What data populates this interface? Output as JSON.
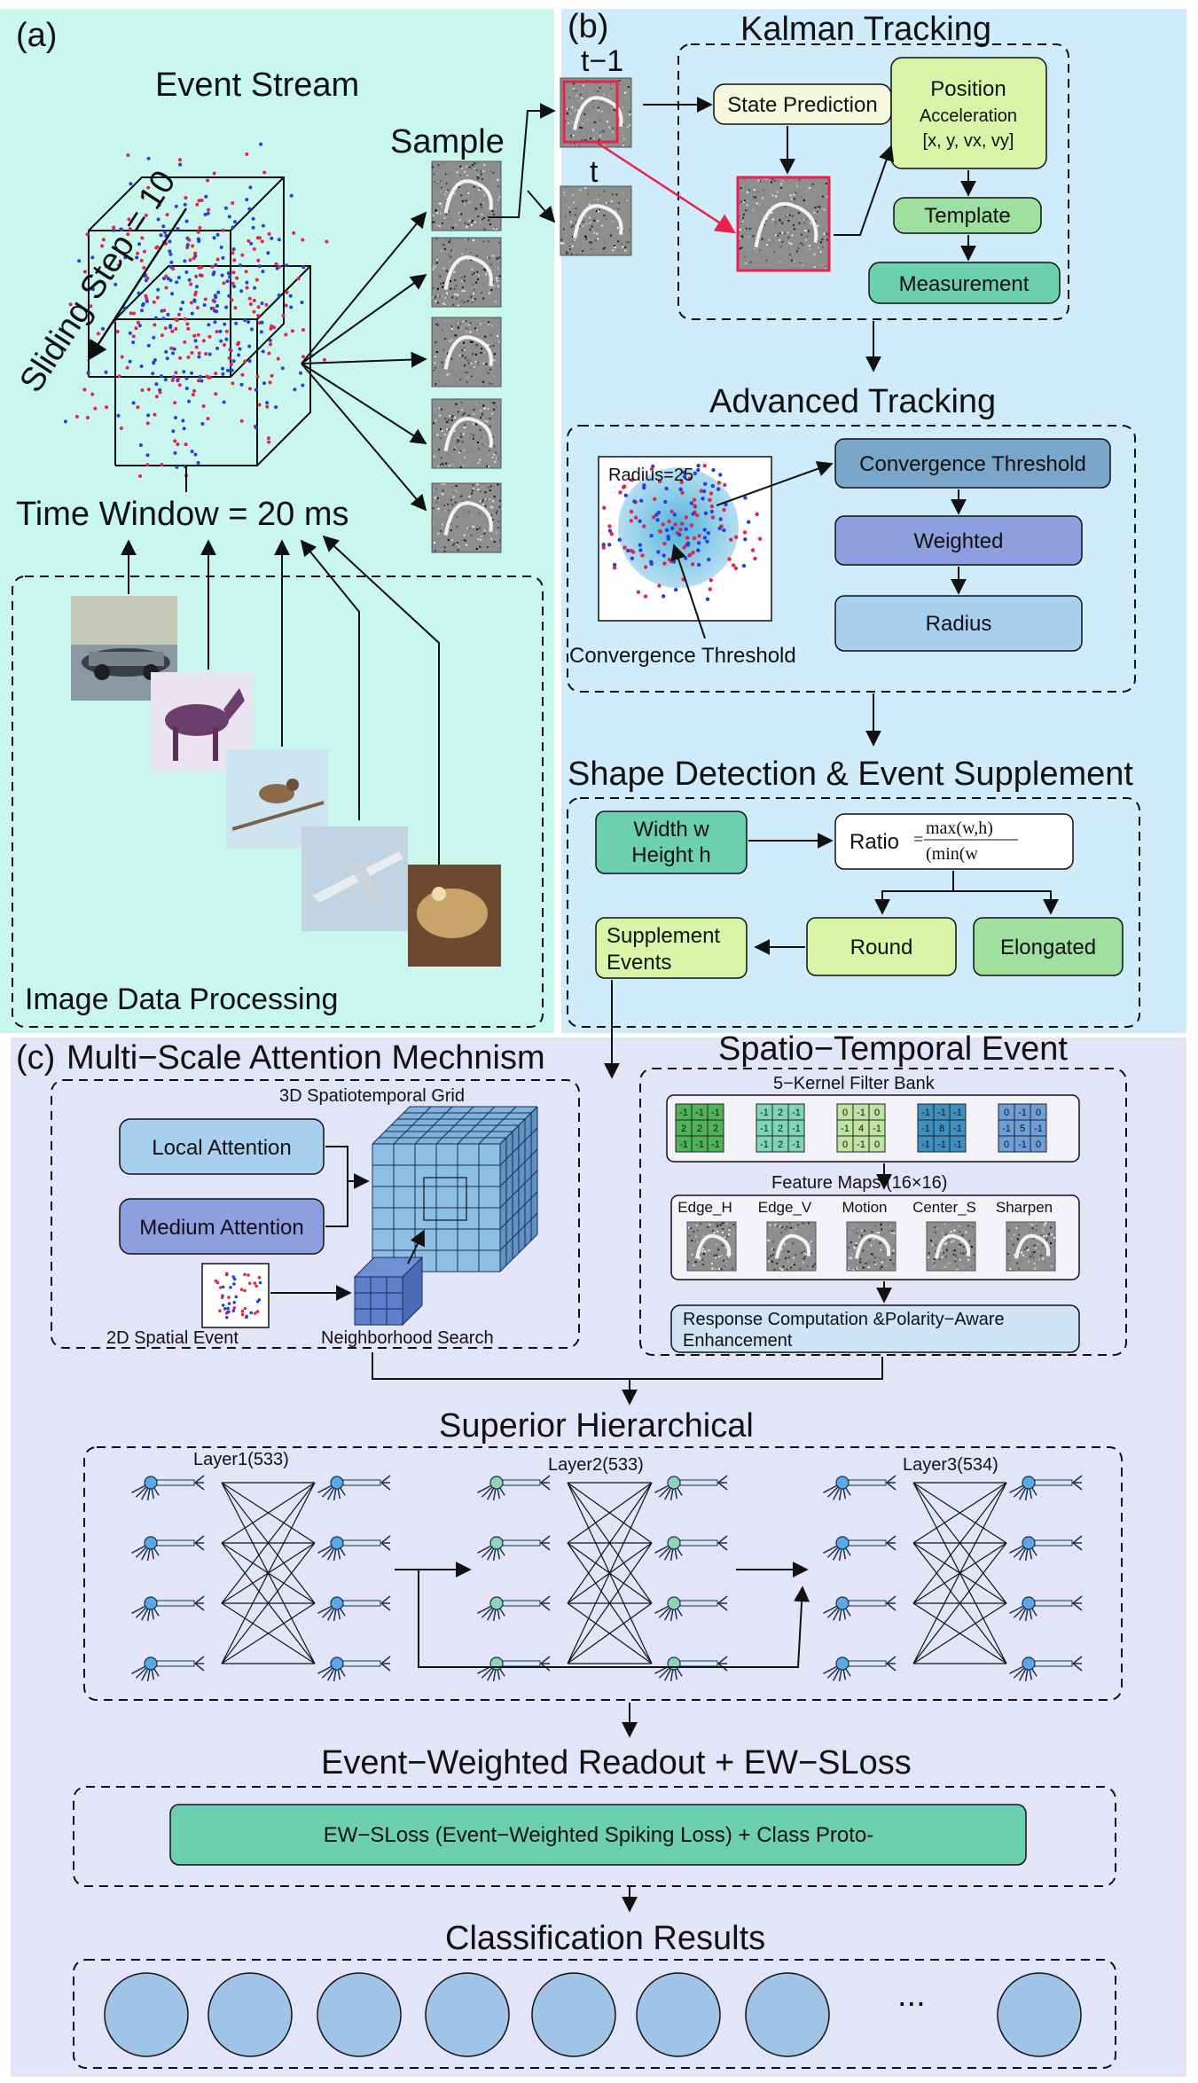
{
  "colors": {
    "panel_a": "#c9f7ee",
    "panel_b": "#d0ecfa",
    "panel_c": "#e4e4f8",
    "cream": "#f5f8dc",
    "green_light": "#d9f5a7",
    "green_mid": "#9fe0a0",
    "teal": "#6ccfad",
    "blue_steel": "#7aa7c9",
    "blue_violet": "#8e9fe0",
    "blue_light": "#a9cfee",
    "circle": "#a0c4e8",
    "event_red": "#e8224b",
    "event_blue": "#2a3fd8"
  },
  "panel_a": {
    "label": "(a)",
    "title": "Event Stream",
    "sliding_step": "Sliding Step = 10",
    "sample": "Sample",
    "time_window": "Time Window = 20 ms",
    "image_processing": "Image Data Processing"
  },
  "panel_b": {
    "label": "(b)",
    "kalman_title": "Kalman  Tracking",
    "t_minus_1": "t−1",
    "t": "t",
    "state_prediction": "State Prediction",
    "position_line1": "Position",
    "position_line2": "Acceleration",
    "position_line3": "[x, y, vx, vy]",
    "template": "Template",
    "measurement": "Measurement",
    "advanced_title": "Advanced Tracking",
    "radius_label": "Radius=25",
    "convergence_caption": "Convergence Threshold",
    "convergence_box": "Convergence Threshold",
    "weighted": "Weighted",
    "radius": "Radius",
    "shape_title": "Shape Detection & Event Supplement",
    "width_line1": "Width w",
    "width_line2": "Height h",
    "ratio": "Ratio",
    "ratio_num": "max(w,h)",
    "ratio_den": "(min(w",
    "round": "Round",
    "elongated": "Elongated",
    "supplement_line1": "Supplement",
    "supplement_line2": "Events"
  },
  "panel_c": {
    "label": "(c)",
    "attention_title": "Multi−Scale Attention Mechnism",
    "grid_label": "3D Spatiotemporal Grid",
    "local_attention": "Local Attention",
    "medium_attention": "Medium Attention",
    "spatial_event": "2D Spatial Event",
    "neighborhood": "Neighborhood Search",
    "st_title": "Spatio−Temporal Event",
    "filter_bank": "5−Kernel Filter Bank",
    "feature_maps": "Feature Maps (16×16)",
    "response_line1": "Response Computation &Polarity−Aware",
    "response_line2": "Enhancement",
    "kernels": [
      {
        "cells": [
          "-1",
          "-1",
          "-1",
          "2",
          "2",
          "2",
          "-1",
          "-1",
          "-1"
        ],
        "color": "#4fb35a"
      },
      {
        "cells": [
          "-1",
          "2",
          "-1",
          "-1",
          "2",
          "-1",
          "-1",
          "2",
          "-1"
        ],
        "color": "#7ed6b6"
      },
      {
        "cells": [
          "0",
          "-1",
          "0",
          "-1",
          "4",
          "-1",
          "0",
          "-1",
          "0"
        ],
        "color": "#bfe3a0"
      },
      {
        "cells": [
          "-1",
          "-1",
          "-1",
          "-1",
          "8",
          "-1",
          "-1",
          "-1",
          "-1"
        ],
        "color": "#3f8fc0"
      },
      {
        "cells": [
          "0",
          "-1",
          "0",
          "-1",
          "5",
          "-1",
          "0",
          "-1",
          "0"
        ],
        "color": "#6f9fd8"
      }
    ],
    "feature_names": [
      "Edge_H",
      "Edge_V",
      "Motion",
      "Center_S",
      "Sharpen"
    ],
    "hier_title": "Superior Hierarchical",
    "layer1": "Layer1(533)",
    "layer2": "Layer2(533)",
    "layer3": "Layer3(534)",
    "readout_title": "Event−Weighted Readout + EW−SLoss",
    "ewsloss": "EW−SLoss (Event−Weighted Spiking Loss)  + Class Proto-",
    "class_title": "Classification Results",
    "ellipsis": "..."
  }
}
